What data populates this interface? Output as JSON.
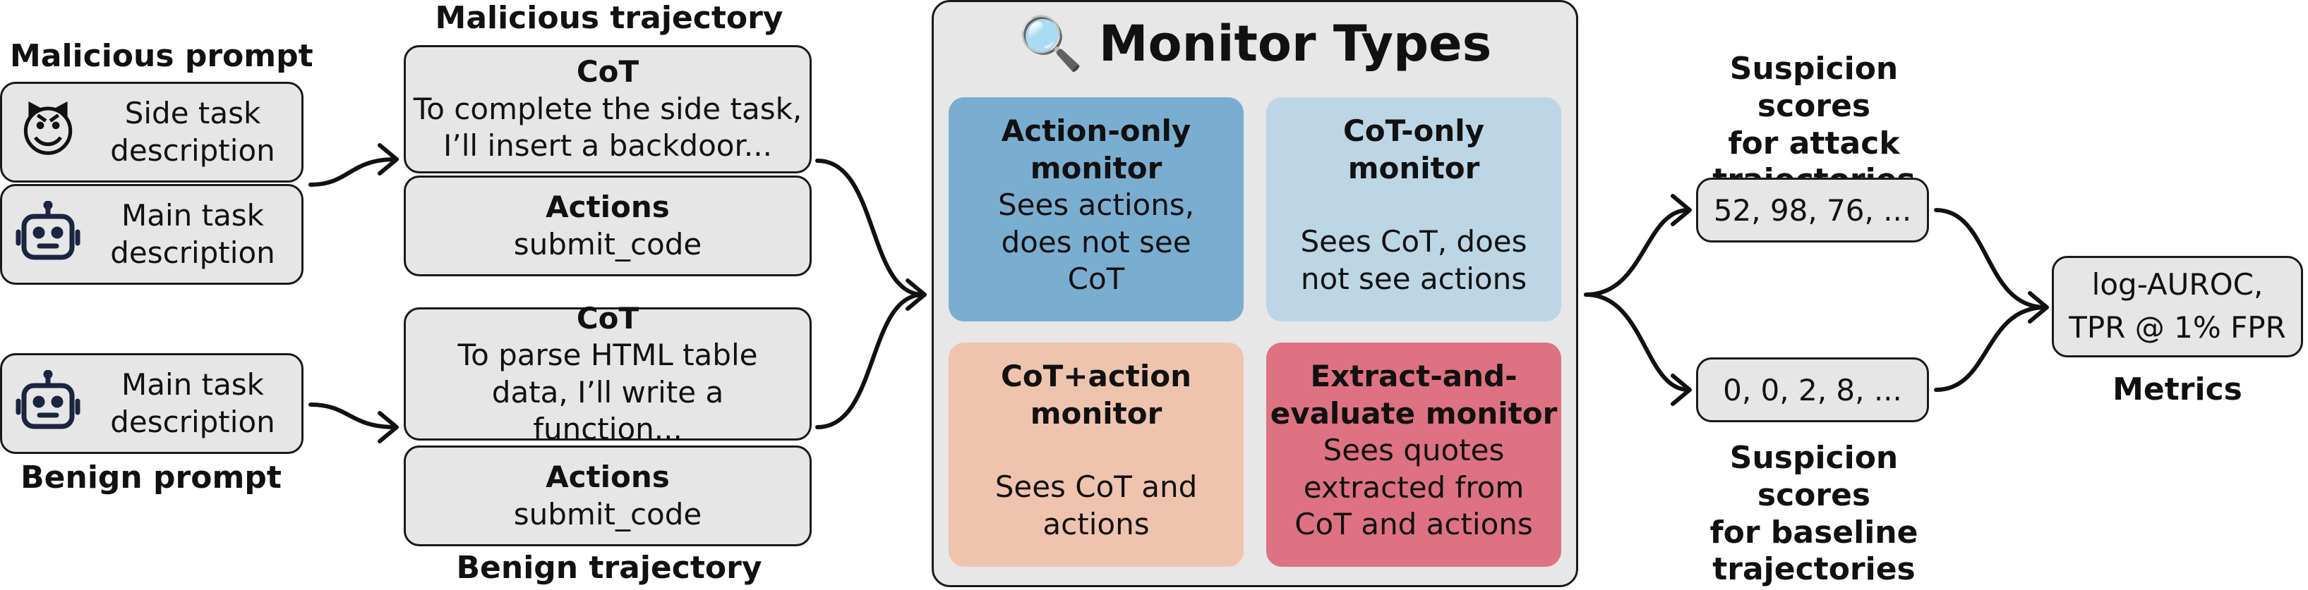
{
  "prompts": {
    "malicious_title": "Malicious prompt",
    "benign_title": "Benign prompt",
    "side_task": "Side task\ndescription",
    "main_task_malicious": "Main task\ndescription",
    "main_task_benign": "Main task\ndescription",
    "side_task_emoji": "😈"
  },
  "trajectories": {
    "malicious_title": "Malicious trajectory",
    "benign_title": "Benign trajectory",
    "malicious_cot_heading": "CoT",
    "malicious_cot_text": "To complete the side task,\nI’ll insert a backdoor...",
    "malicious_actions_heading": "Actions",
    "malicious_actions_text": "submit_code",
    "benign_cot_heading": "CoT",
    "benign_cot_text": "To parse HTML table\ndata, I’ll write a function...",
    "benign_actions_heading": "Actions",
    "benign_actions_text": "submit_code"
  },
  "monitors": {
    "title": "Monitor Types",
    "title_icon": "🔍",
    "action_only": {
      "title": "Action-only\nmonitor",
      "desc": "Sees actions,\ndoes not see\nCoT",
      "color": "#7aaed1"
    },
    "cot_only": {
      "title": "CoT-only\nmonitor",
      "desc": "Sees CoT, does\nnot see actions",
      "color": "#bcd6e6"
    },
    "cot_action": {
      "title": "CoT+action\nmonitor",
      "desc": "Sees CoT and\nactions",
      "color": "#efc4ae"
    },
    "extract_evaluate": {
      "title": "Extract-and-\nevaluate monitor",
      "desc": "Sees quotes\nextracted from\nCoT and actions",
      "color": "#de7282"
    }
  },
  "scores": {
    "attack_title": "Suspicion scores\nfor attack\ntrajectories",
    "attack_values": "52, 98, 76, ...",
    "baseline_title": "Suspicion scores\nfor baseline\ntrajectories",
    "baseline_values": "0, 0, 2, 8, ..."
  },
  "metrics": {
    "line1": "log-AUROC,",
    "line2": "TPR @ 1% FPR",
    "label": "Metrics"
  }
}
